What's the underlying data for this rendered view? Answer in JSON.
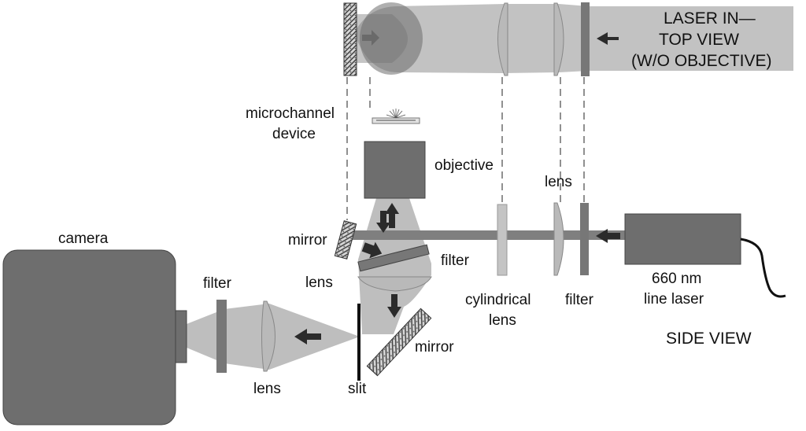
{
  "colors": {
    "beam": "#b7b7b7",
    "beam_dark": "#7f7f7f",
    "housing": "#6e6e6e",
    "filter": "#777777",
    "lens": "#b9b9b9",
    "cyl_lens": "#c4c4c4",
    "arrow": "#2b2b2b",
    "slit": "#111111",
    "leader": "#555555"
  },
  "icons": [
    "mirror-hatch-icon",
    "arrow-icon",
    "fluorescence-spark-icon"
  ],
  "labels": {
    "top_view_line1": "LASER IN—",
    "top_view_line2": "TOP VIEW",
    "top_view_line3": "(W/O OBJECTIVE)",
    "microchannel_line1": "microchannel",
    "microchannel_line2": "device",
    "objective": "objective",
    "lens_top": "lens",
    "mirror_top": "mirror",
    "filter_dichroic": "filter",
    "lens_mid": "lens",
    "camera": "camera",
    "filter_camera": "filter",
    "cyl_line1": "cylindrical",
    "cyl_line2": "lens",
    "filter_laser": "filter",
    "laser_line1": "660 nm",
    "laser_line2": "line laser",
    "side_view": "SIDE VIEW",
    "mirror_bottom": "mirror",
    "lens_bottom": "lens",
    "slit": "slit"
  }
}
